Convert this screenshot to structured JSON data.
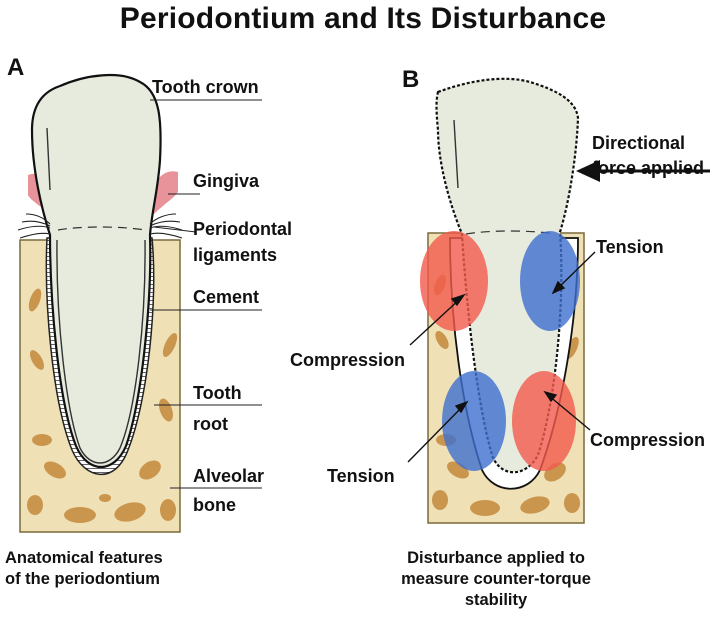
{
  "title": "Periodontium and Its Disturbance",
  "panel_a": {
    "letter": "A",
    "labels": {
      "tooth_crown": "Tooth crown",
      "gingiva": "Gingiva",
      "periodontal_ligaments_1": "Periodontal",
      "periodontal_ligaments_2": "ligaments",
      "cement": "Cement",
      "tooth_root_1": "Tooth",
      "tooth_root_2": "root",
      "alveolar_bone_1": "Alveolar",
      "alveolar_bone_2": "bone"
    },
    "caption_line1": "Anatomical features",
    "caption_line2": "of the periodontium"
  },
  "panel_b": {
    "letter": "B",
    "labels": {
      "force_1": "Directional",
      "force_2": "force applied",
      "tension_top": "Tension",
      "compression_left": "Compression",
      "tension_bottom": "Tension",
      "compression_right": "Compression"
    },
    "caption_line1": "Disturbance applied to",
    "caption_line2": "measure counter-torque",
    "caption_line3": "stability"
  },
  "colors": {
    "tooth_fill": "#e6ebdd",
    "bone_fill": "#efe0b6",
    "bone_spot": "#c48a3c",
    "gingiva": "#e5878e",
    "tension": "#3f6fd0",
    "compression": "#f25a4c"
  }
}
